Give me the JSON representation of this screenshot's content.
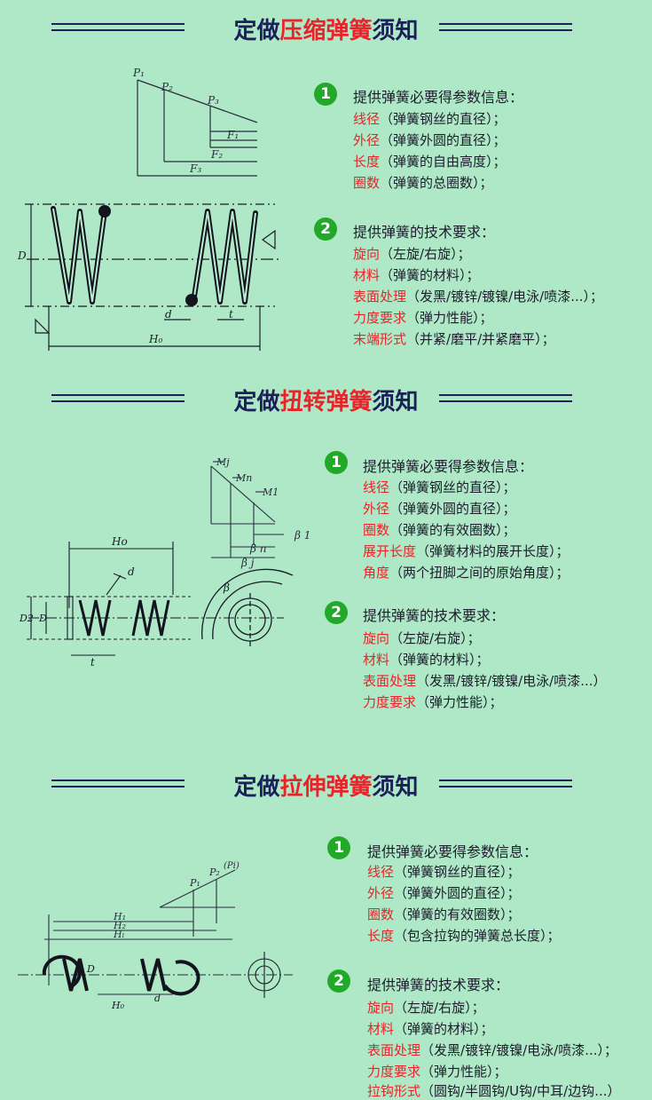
{
  "sections": [
    {
      "title_pre": "定做",
      "title_hl": "压缩弹簧",
      "title_post": "须知",
      "group1_num": "1",
      "group1_head": "提供弹簧必要得参数信息：",
      "group1_items": [
        {
          "k": "线径",
          "v": "（弹簧钢丝的直径）；"
        },
        {
          "k": "外径",
          "v": "（弹簧外圆的直径）；"
        },
        {
          "k": "长度",
          "v": "（弹簧的自由高度）；"
        },
        {
          "k": "圈数",
          "v": "（弹簧的总圈数）；"
        }
      ],
      "group2_num": "2",
      "group2_head": "提供弹簧的技术要求：",
      "group2_items": [
        {
          "k": "旋向",
          "v": "（左旋/右旋）；"
        },
        {
          "k": "材料",
          "v": "（弹簧的材料）；"
        },
        {
          "k": "表面处理",
          "v": "（发黑/镀锌/镀镍/电泳/喷漆...）；"
        },
        {
          "k": "力度要求",
          "v": "（弹力性能）；"
        },
        {
          "k": "末端形式",
          "v": "（并紧/磨平/并紧磨平）；"
        }
      ],
      "diagram_labels": {
        "p1": "P₁",
        "p2": "P₂",
        "p3": "P₃",
        "f1": "F₁",
        "f2": "F₂",
        "f3": "F₃",
        "d_outer": "D",
        "d_wire": "d",
        "pitch": "t",
        "height": "H₀"
      }
    },
    {
      "title_pre": "定做",
      "title_hl": "扭转弹簧",
      "title_post": "须知",
      "group1_num": "1",
      "group1_head": "提供弹簧必要得参数信息：",
      "group1_items": [
        {
          "k": "线径",
          "v": "（弹簧钢丝的直径）；"
        },
        {
          "k": "外径",
          "v": "（弹簧外圆的直径）；"
        },
        {
          "k": "圈数",
          "v": "（弹簧的有效圈数）；"
        },
        {
          "k": "展开长度",
          "v": "（弹簧材料的展开长度）；"
        },
        {
          "k": "角度",
          "v": "（两个扭脚之间的原始角度）；"
        }
      ],
      "group2_num": "2",
      "group2_head": "提供弹簧的技术要求：",
      "group2_items": [
        {
          "k": "旋向",
          "v": "（左旋/右旋）；"
        },
        {
          "k": "材料",
          "v": "（弹簧的材料）；"
        },
        {
          "k": "表面处理",
          "v": "（发黑/镀锌/镀镍/电泳/喷漆...）"
        },
        {
          "k": "力度要求",
          "v": "（弹力性能）；"
        }
      ],
      "diagram_labels": {
        "mj": "Mj",
        "mn": "Mn",
        "m1": "M1",
        "b1": "β 1",
        "bn": "β n",
        "bj": "β j",
        "ho": "Ho",
        "d_wire": "d",
        "d2": "D2",
        "d_outer": "D",
        "t": "t",
        "beta": "β"
      }
    },
    {
      "title_pre": "定做",
      "title_hl": "拉伸弹簧",
      "title_post": "须知",
      "group1_num": "1",
      "group1_head": "提供弹簧必要得参数信息：",
      "group1_items": [
        {
          "k": "线径",
          "v": "（弹簧钢丝的直径）；"
        },
        {
          "k": "外径",
          "v": "（弹簧外圆的直径）；"
        },
        {
          "k": "圈数",
          "v": "（弹簧的有效圈数）；"
        },
        {
          "k": "长度",
          "v": "（包含拉钩的弹簧总长度）；"
        }
      ],
      "group2_num": "2",
      "group2_head": "提供弹簧的技术要求：",
      "group2_items": [
        {
          "k": "旋向",
          "v": "（左旋/右旋）；"
        },
        {
          "k": "材料",
          "v": "（弹簧的材料）；"
        },
        {
          "k": "表面处理",
          "v": "（发黑/镀锌/镀镍/电泳/喷漆...）；"
        },
        {
          "k": "力度要求",
          "v": "（弹力性能）；"
        },
        {
          "k": "拉钩形式",
          "v": "（圆钩/半圆钩/U钩/中耳/边钩...）"
        }
      ],
      "diagram_labels": {
        "p1": "P₁",
        "p2": "P₂",
        "pi": "(Pi)",
        "h1": "H₁",
        "h2": "H₂",
        "hl": "Hₗ",
        "ho": "H₀",
        "d_outer": "D",
        "d_wire": "d"
      }
    }
  ],
  "colors": {
    "background": "#aee8c6",
    "title": "#1b1f5a",
    "highlight": "#e8242a",
    "badge": "#23a92a"
  }
}
